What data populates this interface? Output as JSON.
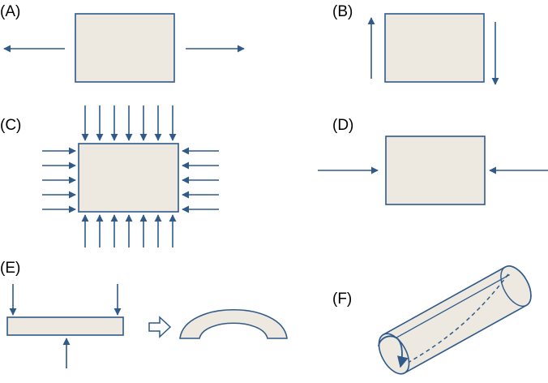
{
  "colors": {
    "shape_fill": "#ede9e0",
    "stroke": "#2f5a8a",
    "background": "#ffffff"
  },
  "panels": [
    {
      "id": "A",
      "label": "(A)"
    },
    {
      "id": "B",
      "label": "(B)"
    },
    {
      "id": "C",
      "label": "(C)"
    },
    {
      "id": "D",
      "label": "(D)"
    },
    {
      "id": "E",
      "label": "(E)"
    },
    {
      "id": "F",
      "label": "(F)"
    }
  ]
}
